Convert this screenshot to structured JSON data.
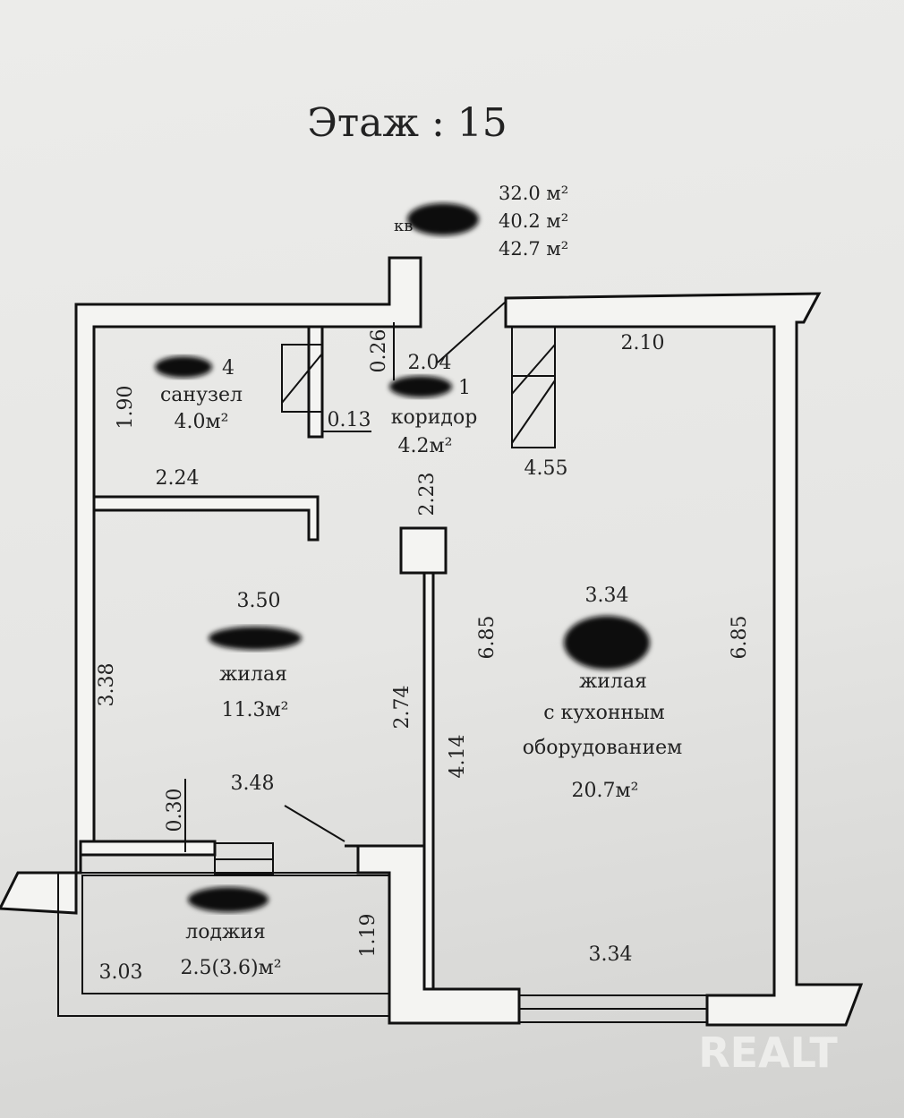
{
  "title": "Этаж : 15",
  "summary": {
    "prefix": "кв",
    "areas": [
      "32.0 м²",
      "40.2 м²",
      "42.7 м²"
    ]
  },
  "rooms": {
    "bathroom": {
      "num": "4",
      "name": "санузел",
      "area": "4.0м²"
    },
    "corridor": {
      "num": "1",
      "name": "коридор",
      "area": "4.2м²"
    },
    "bedroom": {
      "name": "жилая",
      "area": "11.3м²"
    },
    "living": {
      "name_1": "жилая",
      "name_2": "с кухонным",
      "name_3": "оборудованием",
      "area": "20.7м²"
    },
    "loggia": {
      "name": "лоджия",
      "area": "2.5(3.6)м²"
    }
  },
  "dimensions": {
    "d_190": "1.90",
    "d_026": "0.26",
    "d_204": "2.04",
    "d_210": "2.10",
    "d_013": "0.13",
    "d_224": "2.24",
    "d_455": "4.55",
    "d_223": "2.23",
    "d_350": "3.50",
    "d_334_top": "3.34",
    "d_338": "3.38",
    "d_685_left": "6.85",
    "d_685_right": "6.85",
    "d_274": "2.74",
    "d_414": "4.14",
    "d_348": "3.48",
    "d_030": "0.30",
    "d_119": "1.19",
    "d_303": "3.03",
    "d_334_bottom": "3.34"
  },
  "watermark": "REALT"
}
